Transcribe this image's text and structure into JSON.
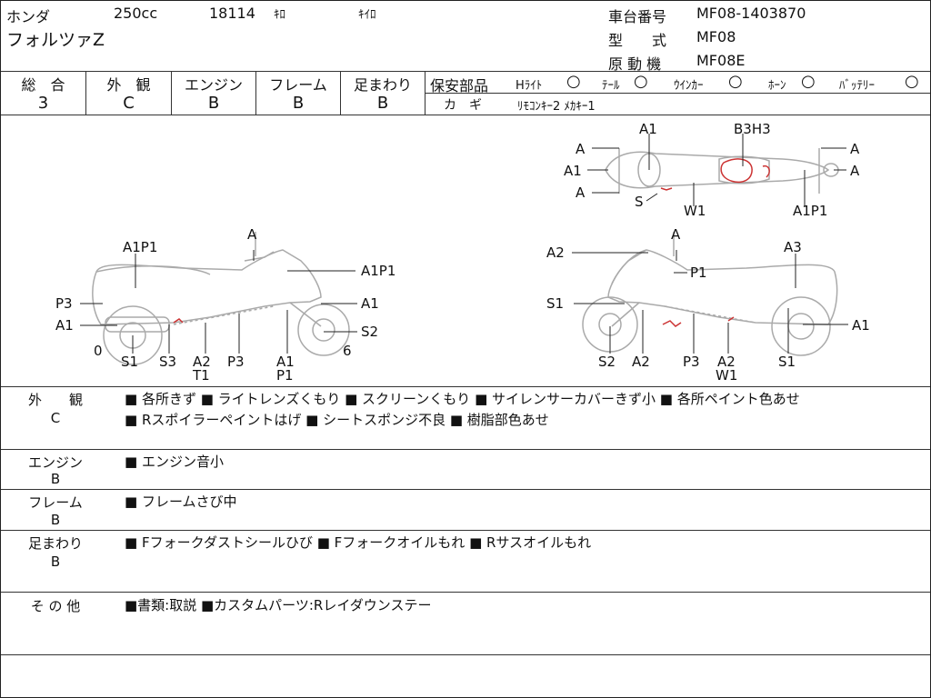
{
  "header": {
    "maker": "ホンダ",
    "displacement": "250cc",
    "mileage": "18114",
    "mileage_unit": "ｷﾛ",
    "mileage_type": "ｷｲﾛ",
    "model_name": "フォルツァZ",
    "frame_no_label": "車台番号",
    "frame_no": "MF08-1403870",
    "type_label": "型　　式",
    "type": "MF08",
    "engine_label": "原 動 機",
    "engine": "MF08E"
  },
  "grades": [
    {
      "label": "総　合",
      "value": "3"
    },
    {
      "label": "外　観",
      "value": "C"
    },
    {
      "label": "エンジン",
      "value": "B"
    },
    {
      "label": "フレーム",
      "value": "B"
    },
    {
      "label": "足まわり",
      "value": "B"
    }
  ],
  "safety": {
    "label": "保安部品",
    "items": [
      {
        "name": "Hﾗｲﾄ",
        "status": "○"
      },
      {
        "name": "ﾃｰﾙ",
        "status": "○"
      },
      {
        "name": "ｳｲﾝｶｰ",
        "status": "○"
      },
      {
        "name": "ﾎｰﾝ",
        "status": "○"
      },
      {
        "name": "ﾊﾞｯﾃﾘｰ",
        "status": "○"
      }
    ],
    "key_label": "カ　ギ",
    "key_value": "ﾘﾓｺﾝｷｰ2 ﾒｶｷｰ1"
  },
  "diagram_labels": {
    "top": [
      "A1",
      "B3H3",
      "A",
      "A1",
      "A",
      "S",
      "W1",
      "A1P1",
      "A",
      "A"
    ],
    "left": [
      "A",
      "A1P1",
      "A1P1",
      "P3",
      "A1",
      "A1",
      "S2",
      "0",
      "6",
      "S1",
      "S3",
      "A2",
      "T1",
      "P3",
      "A1",
      "P1"
    ],
    "right": [
      "A",
      "A2",
      "A3",
      "P1",
      "S1",
      "A1",
      "S2",
      "A2",
      "P3",
      "A2",
      "W1",
      "S1"
    ]
  },
  "sections": [
    {
      "label": "外　　観",
      "grade": "C",
      "lines": [
        "■ 各所きず ■ ライトレンズくもり ■ スクリーンくもり ■ サイレンサーカバーきず小 ■ 各所ペイント色あせ",
        "■ Rスポイラーペイントはげ ■ シートスポンジ不良 ■ 樹脂部色あせ"
      ]
    },
    {
      "label": "エンジン",
      "grade": "B",
      "lines": [
        "■ エンジン音小"
      ]
    },
    {
      "label": "フレーム",
      "grade": "B",
      "lines": [
        "■ フレームさび中"
      ]
    },
    {
      "label": "足まわり",
      "grade": "B",
      "lines": [
        "■ Fフォークダストシールひび ■ Fフォークオイルもれ ■ Rサスオイルもれ"
      ]
    },
    {
      "label": "そ の 他",
      "grade": "",
      "lines": [
        "■書類:取説 ■カスタムパーツ:Rレイダウンステー"
      ]
    }
  ]
}
